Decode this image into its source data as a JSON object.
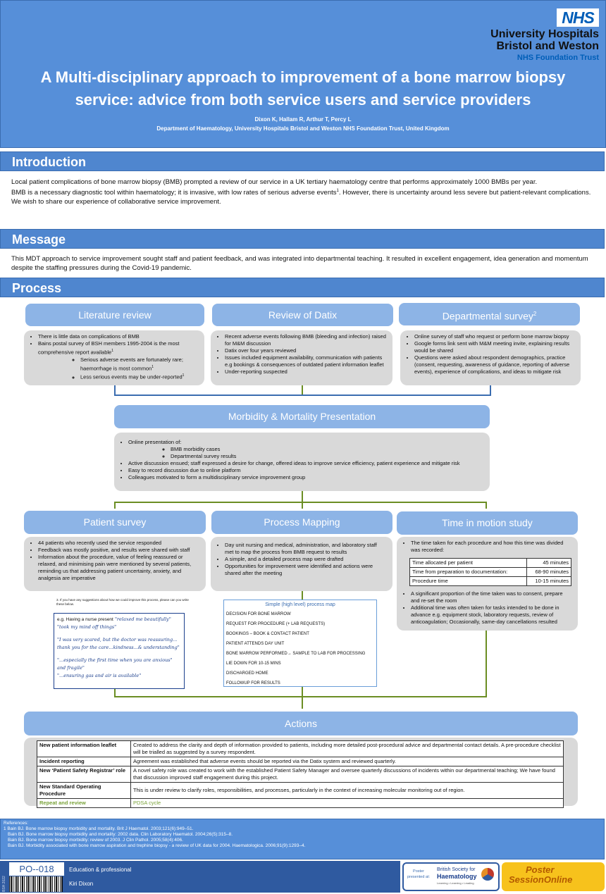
{
  "header": {
    "nhs_logo": "NHS",
    "org_line1": "University Hospitals",
    "org_line2": "Bristol and Weston",
    "org_line3": "NHS Foundation Trust",
    "title": "A Multi-disciplinary approach to improvement of a bone marrow biopsy service: advice from both service users and service providers",
    "authors": "Dixon K, Hallam R, Arthur T, Percy L",
    "department": "Department of Haematology, University Hospitals Bristol and Weston NHS Foundation Trust, United Kingdom"
  },
  "introduction": {
    "heading": "Introduction",
    "p1": "Local patient complications of bone marrow biopsy (BMB) prompted a review of our service in a UK tertiary haematology centre that performs approximately 1000 BMBs per year.",
    "p2a": "BMB is a necessary diagnostic tool within haematology; it is invasive, with low rates of serious adverse events",
    "p2_sup": "1",
    "p2b": ". However, there is uncertainty around less severe but patient-relevant complications.",
    "p3": "We wish to share our experience of collaborative service improvement."
  },
  "message": {
    "heading": "Message",
    "text": "This MDT approach to service improvement sought staff and patient feedback, and was integrated into departmental teaching. It resulted in excellent engagement, idea generation and momentum despite the staffing pressures during the Covid-19 pandemic."
  },
  "process": {
    "heading": "Process",
    "lit_review": {
      "title": "Literature review",
      "b1": "There is little data on complications of BMB",
      "b2": "Bains postal survey of BSH members 1995-2004 is the most comprehensive report available",
      "b2_sup": "1",
      "s1": "Serious adverse events are fortunately rare; haemorrhage is most common",
      "s1_sup": "1",
      "s2": "Less serious events may be under-reported",
      "s2_sup": "1"
    },
    "datix": {
      "title": "Review of Datix",
      "b1": "Recent adverse events following BMB  (bleeding and infection) raised for M&M discussion",
      "b2": "Datix over four years reviewed",
      "b3": "Issues included equipment availability, communication with patients e.g bookings & consequences of outdated patient information leaflet",
      "b4": "Under-reporting suspected"
    },
    "dept_survey": {
      "title": "Departmental survey",
      "title_sup": "2",
      "b1": "Online survey of staff who request or perform bone marrow biopsy",
      "b2": "Google forms link sent with M&M meeting invite, explaining results would be shared",
      "b3": "Questions were asked about respondent demographics, practice (consent, requesting, awareness of guidance, reporting of adverse events), experience of complications, and ideas to mitigate risk"
    },
    "mm": {
      "title": "Morbidity & Mortality Presentation",
      "b1": "Online presentation of:",
      "s1": "BMB morbidity cases",
      "s2": "Departmental survey results",
      "b2": "Active discussion ensued; staff expressed a desire for change, offered ideas to improve service efficiency, patient experience and mitigate risk",
      "b3": "Easy to record discussion due to online platform",
      "b4": "Colleagues motivated to form a multidisciplinary service improvement group"
    },
    "patient_survey": {
      "title": "Patient survey",
      "b1": "44 patients who recently used the service responded",
      "b2": "Feedback was mostly positive, and results were shared with staff",
      "b3": "Information about the procedure, value of feeling reassured or relaxed, and minimising pain were mentioned by several patients, reminding us that addressing patient uncertainty, anxiety, and analgesia are imperative",
      "form_q": "3.   If you have any suggestions about how we could improve this process, please can you write these below.",
      "quote_intro": "e.g. Having a nurse present",
      "q1": "\"relaxed me beautifully\"",
      "q2": "\"took my mind off things\"",
      "q3": "\"I was very scared, but the doctor was reassuring... thank you for the care...kindness...& understanding\"",
      "q4": "\"...especially the first time when you are anxious\" and fragile\"",
      "q5": "\"...ensuring gas and air is available\""
    },
    "process_mapping": {
      "title": "Process Mapping",
      "b1": "Day unit nursing and medical, administration, and laboratory staff met to map the process from BMB request to results",
      "b2": "A simple, and a detailed process map were drafted",
      "b3": "Opportunities for improvement were identified and actions were shared after the meeting",
      "map_title": "Simple (high level) process map",
      "steps": [
        "DECISION FOR BONE MARROW",
        "REQUEST FOR PROCEDURE (+ LAB REQUESTS)",
        "BOOKINGS – BOOK & CONTACT PATIENT",
        "PATIENT ATTENDS DAY UNIT",
        "BONE MARROW PERFORMED→ SAMPLE TO LAB FOR PROCESSING",
        "LIE DOWN FOR 10-15 MINS",
        "DISCHARGED HOME",
        "FOLLOWUP FOR RESULTS"
      ]
    },
    "time_motion": {
      "title": "Time in motion study",
      "b1": "The time taken for each procedure and how this time was divided was recorded:",
      "rows": [
        {
          "label": "Time allocated per patient",
          "value": "45 minutes"
        },
        {
          "label": "Time from preparation to documentation:",
          "value": "68-90 minutes"
        },
        {
          "label": "Procedure time",
          "value": "10-15 minutes"
        }
      ],
      "b2": "A significant proportion of the time taken was to consent, prepare and re-set the room",
      "b3": "Additional time was often taken for tasks intended to be done in advance e.g. equipment stock, laboratory requests, review of anticoagulation; Occasionally, same-day cancellations resulted"
    }
  },
  "actions": {
    "title": "Actions",
    "rows": [
      {
        "label": "New patient information leaflet",
        "text": "Created to address the clarity and depth of information provided to patients, including more detailed post-procedural advice and departmental contact details. A pre-procedure checklist will be trialled as suggested by a survey respondent."
      },
      {
        "label": "Incident reporting",
        "text": "Agreement was established that adverse events should be reported via the Datix system and reviewed quarterly."
      },
      {
        "label": "New ‘Patient Safety Registrar’ role",
        "text": "A novel safety role was created to work with the established Patient Safety Manager and oversee quarterly discussions of incidents within our departmental teaching; We have found that discussion improved staff engagement during this project."
      },
      {
        "label": "New Standard Operating Procedure",
        "text": "This is under review to clarify roles, responsibilities, and processes, particularly in the context of increasing molecular monitoring out of region."
      },
      {
        "label": "Repeat and review",
        "text": "PDSA cycle"
      }
    ],
    "green_color": "#7aa33a"
  },
  "references": {
    "heading": "References:",
    "r1": "1  Bain BJ. Bone marrow biopsy morbidity and mortality. Brit J Haematol. 2003;121(6):949–51.",
    "r2": "   Bain BJ. Bone marrow biopsy morbidity and mortality: 2002 data. Clin Laboratory Haematol. 2004;26(5):315–8.",
    "r3": "   Bain BJ. Bone marrow biopsy morbidity: review of 2003. J Clin Pathol. 2005;58(4):406.",
    "r4": "   Bain BJ. Morbidity associated with bone marrow aspiration and trephine biopsy - a review of UK data for 2004. Haematologica. 2006;91(9):1293–4."
  },
  "footer": {
    "year": "BSH 2022",
    "poster_id": "PO--018",
    "category": "Education & professional",
    "presenter": "Kiri Dixon",
    "presented_at": "Poster presented at:",
    "bsh_line1": "British Society for",
    "bsh_line2": "Haematology",
    "bsh_tag": "Learning • Learning • Leading",
    "pso_line1": "Poster",
    "pso_line2": "SessionOnline"
  }
}
